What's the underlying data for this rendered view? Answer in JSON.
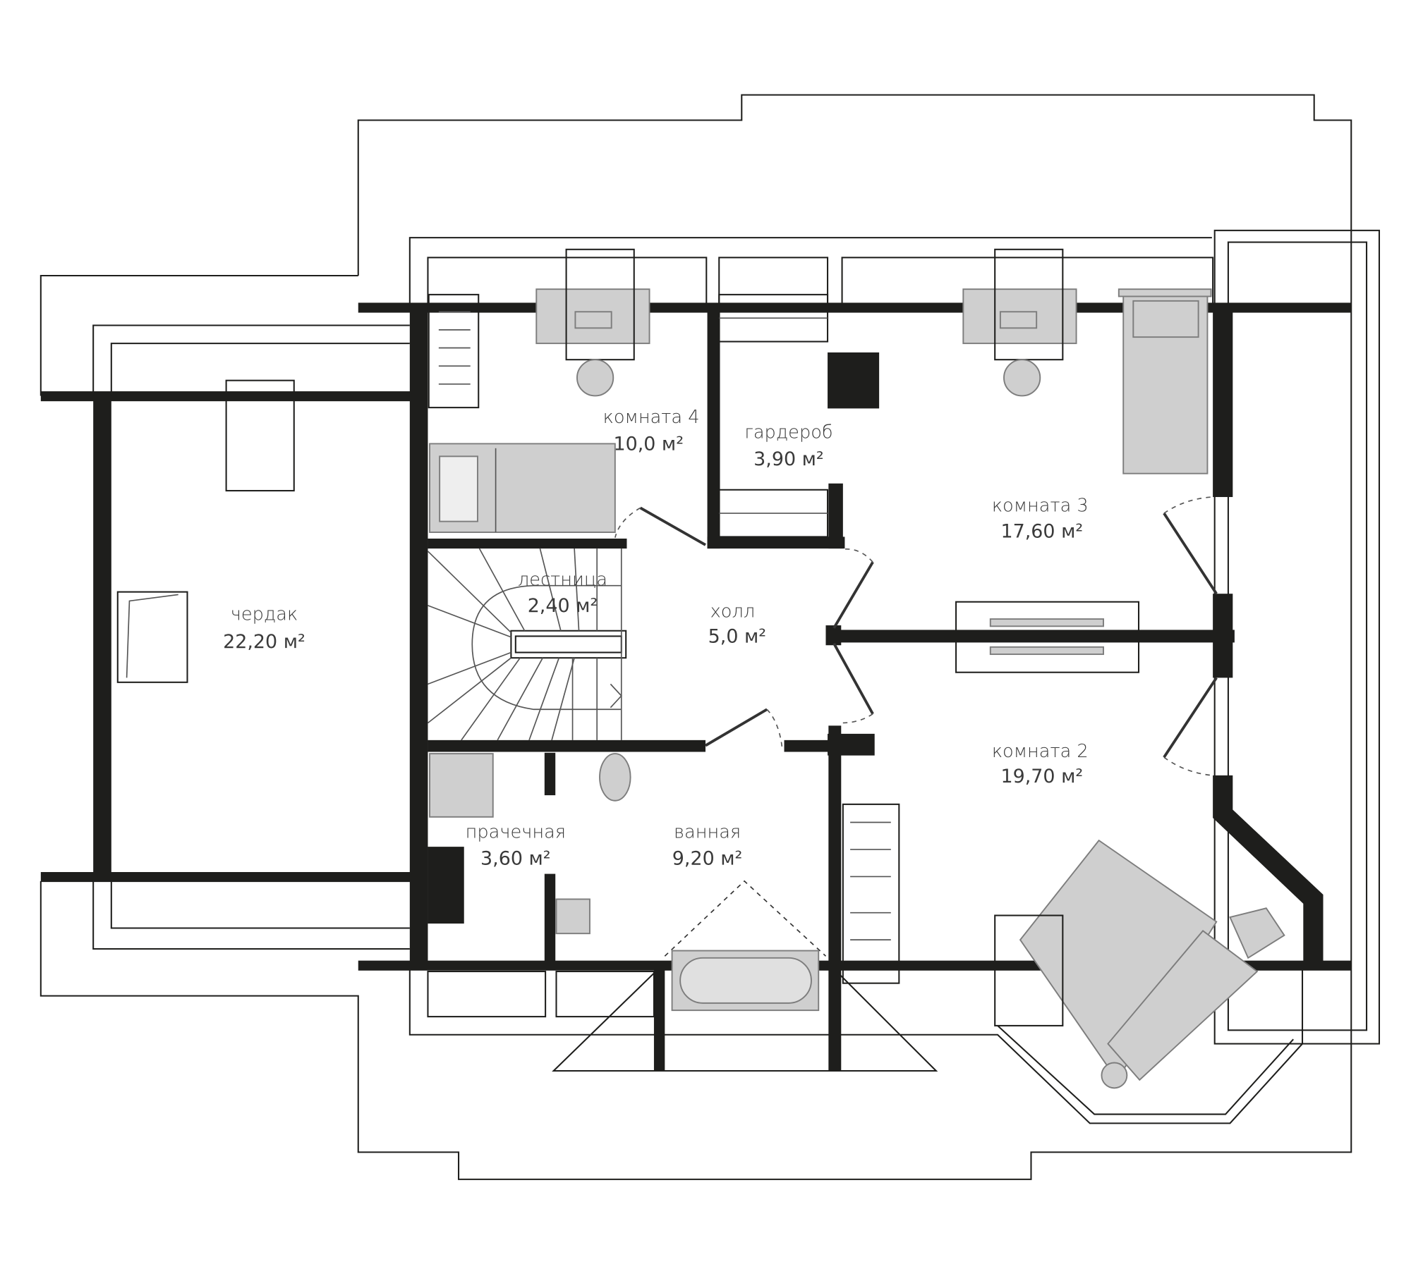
{
  "plan": {
    "rooms": [
      {
        "id": "attic",
        "name": "чердак",
        "area": "22,20 м²"
      },
      {
        "id": "room4",
        "name": "комната 4",
        "area": "10,0 м²"
      },
      {
        "id": "wardrobe",
        "name": "гардероб",
        "area": "3,90 м²"
      },
      {
        "id": "room3",
        "name": "комната 3",
        "area": "17,60 м²"
      },
      {
        "id": "stairs",
        "name": "лестница",
        "area": "2,40 м²"
      },
      {
        "id": "hall",
        "name": "холл",
        "area": "5,0 м²"
      },
      {
        "id": "room2",
        "name": "комната 2",
        "area": "19,70 м²"
      },
      {
        "id": "laundry",
        "name": "прачечная",
        "area": "3,60 м²"
      },
      {
        "id": "bathroom",
        "name": "ванная",
        "area": "9,20 м²"
      }
    ],
    "colors": {
      "wall": "#1e1e1c",
      "furniture": "#cfcfcf",
      "text": "#3a3a3a"
    }
  }
}
